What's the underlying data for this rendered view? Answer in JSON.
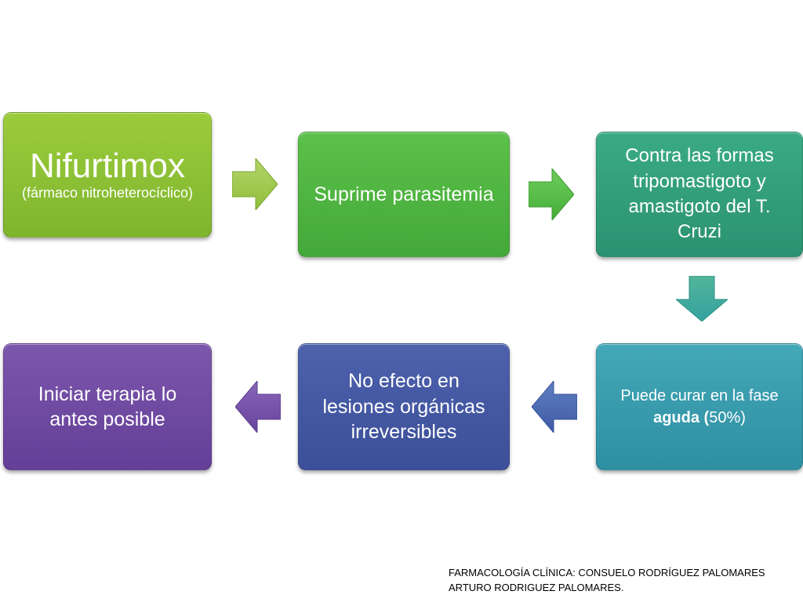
{
  "nodes": {
    "nifurtimox": {
      "title": "Nifurtimox",
      "subtitle": "(fármaco nitroheterocíclico)"
    },
    "suprime": {
      "text": "Suprime parasitemia"
    },
    "contra": {
      "text": "Contra las formas tripomastigoto y amastigoto del T. Cruzi"
    },
    "puede": {
      "text_part1": "Puede curar en la fase",
      "text_bold": "aguda (",
      "text_part2": "50%)"
    },
    "no_efecto": {
      "text": "No efecto en lesiones orgánicas irreversibles"
    },
    "iniciar": {
      "text": "Iniciar terapia lo antes posible"
    }
  },
  "footer": {
    "line1": "FARMACOLOGÍA CLÍNICA: CONSUELO RODRÍGUEZ PALOMARES",
    "line2": "ARTURO RODRIGUEZ PALOMARES."
  },
  "colors": {
    "node1": "#8bc034",
    "node2": "#4fb541",
    "node3": "#349d7a",
    "node4": "#3a9cae",
    "node5": "#4558a3",
    "node6": "#6f4aa0"
  }
}
